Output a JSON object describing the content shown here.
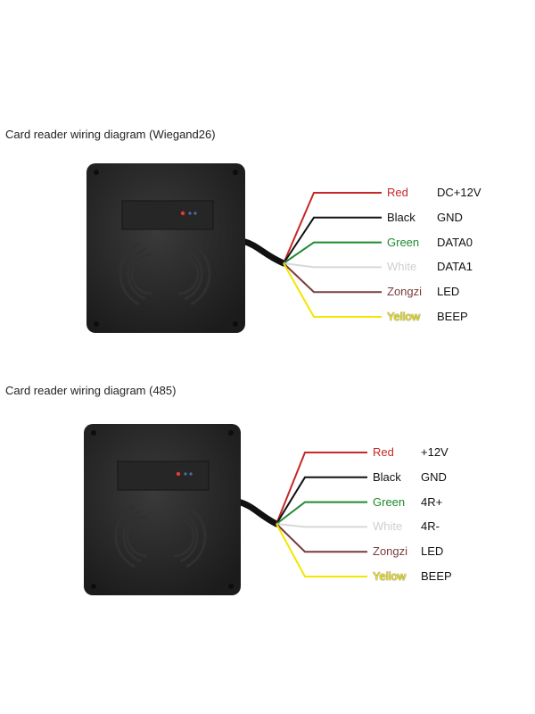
{
  "diagrams": [
    {
      "title": "Card reader wiring diagram (Wiegand26)",
      "wires": [
        {
          "color_name": "Red",
          "signal": "DC+12V",
          "color": "#c62828"
        },
        {
          "color_name": "Black",
          "signal": "GND",
          "color": "#111111"
        },
        {
          "color_name": "Green",
          "signal": "DATA0",
          "color": "#1f8a2e"
        },
        {
          "color_name": "White",
          "signal": "DATA1",
          "color": "#d8d8d8"
        },
        {
          "color_name": "Zongzi",
          "signal": "LED",
          "color": "#7a3b3b"
        },
        {
          "color_name": "Yellow",
          "signal": "BEEP",
          "color": "#f3e600"
        }
      ]
    },
    {
      "title": "Card reader wiring diagram (485)",
      "wires": [
        {
          "color_name": "Red",
          "signal": "+12V",
          "color": "#c62828"
        },
        {
          "color_name": "Black",
          "signal": "GND",
          "color": "#111111"
        },
        {
          "color_name": "Green",
          "signal": "4R+",
          "color": "#1f8a2e"
        },
        {
          "color_name": "White",
          "signal": "4R-",
          "color": "#d8d8d8"
        },
        {
          "color_name": "Zongzi",
          "signal": "LED",
          "color": "#7a3b3b"
        },
        {
          "color_name": "Yellow",
          "signal": "BEEP",
          "color": "#f3e600"
        }
      ]
    }
  ]
}
